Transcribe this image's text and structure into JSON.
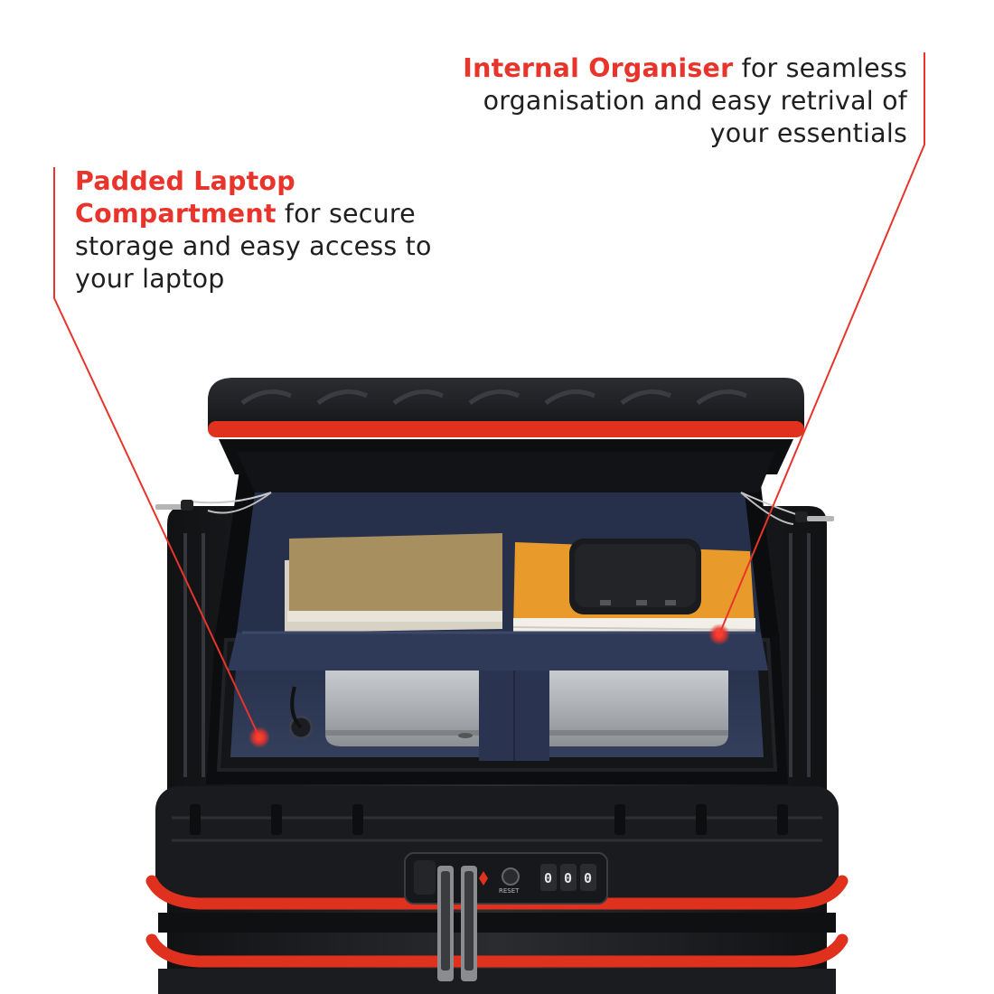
{
  "callouts": {
    "left": {
      "highlight": "Padded Laptop Compartment",
      "text": " for secure storage and easy access to your laptop"
    },
    "right": {
      "highlight": "Internal Organiser",
      "text": " for seamless organisation and easy retrival of your essentials"
    }
  },
  "lock": {
    "digits": [
      "0",
      "0",
      "0"
    ],
    "reset_label": "RESET"
  },
  "colors": {
    "accent": "#e8342a",
    "shell": "#1c1d20",
    "lining": "#2f3a55",
    "trim": "#e0311f",
    "notebook": "#e89a2a",
    "laptop": "#b9bcbf"
  }
}
